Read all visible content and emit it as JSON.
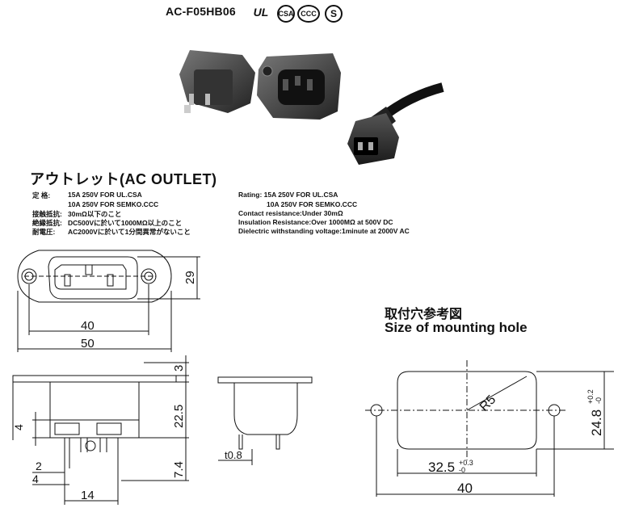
{
  "header": {
    "model": "AC-F05HB06",
    "certifications": [
      "UL",
      "CSA",
      "CCC",
      "S"
    ]
  },
  "title": "アウトレット(AC OUTLET)",
  "specs_jp": [
    {
      "label": "定 格:",
      "value": "15A 250V FOR UL.CSA"
    },
    {
      "label": "",
      "value": "10A 250V FOR SEMKO.CCC"
    },
    {
      "label": "接触抵抗:",
      "value": "30mΩ以下のこと"
    },
    {
      "label": "絶縁抵抗:",
      "value": "DC500Vに於いて1000MΩ以上のこと"
    },
    {
      "label": "耐電圧:",
      "value": "AC2000Vに於いて1分間異常がないこと"
    }
  ],
  "specs_en": [
    "Rating: 15A 250V FOR UL.CSA",
    "10A 250V FOR SEMKO.CCC",
    "Contact resistance:Under 30mΩ",
    "Insulation Resistance:Over 1000MΩ at 500V DC",
    "Dielectric withstanding voltage:1minute at 2000V AC"
  ],
  "mounting": {
    "title_jp": "取付穴参考図",
    "title_en": "Size of mounting hole",
    "radius": "R5",
    "width_inner": "32.5",
    "width_inner_tol_plus": "+0.3",
    "width_inner_tol_minus": "-0",
    "height": "24.8",
    "height_tol_plus": "+0.2",
    "height_tol_minus": "-0",
    "width_outer": "40"
  },
  "front_view": {
    "dim_40": "40",
    "dim_50": "50",
    "dim_29": "29"
  },
  "side_view": {
    "dim_3": "3",
    "dim_22_5": "22.5",
    "dim_7_4": "7.4",
    "dim_4a": "4",
    "dim_2": "2",
    "dim_4b": "4",
    "dim_14": "14"
  },
  "end_view": {
    "thickness": "t0.8"
  }
}
